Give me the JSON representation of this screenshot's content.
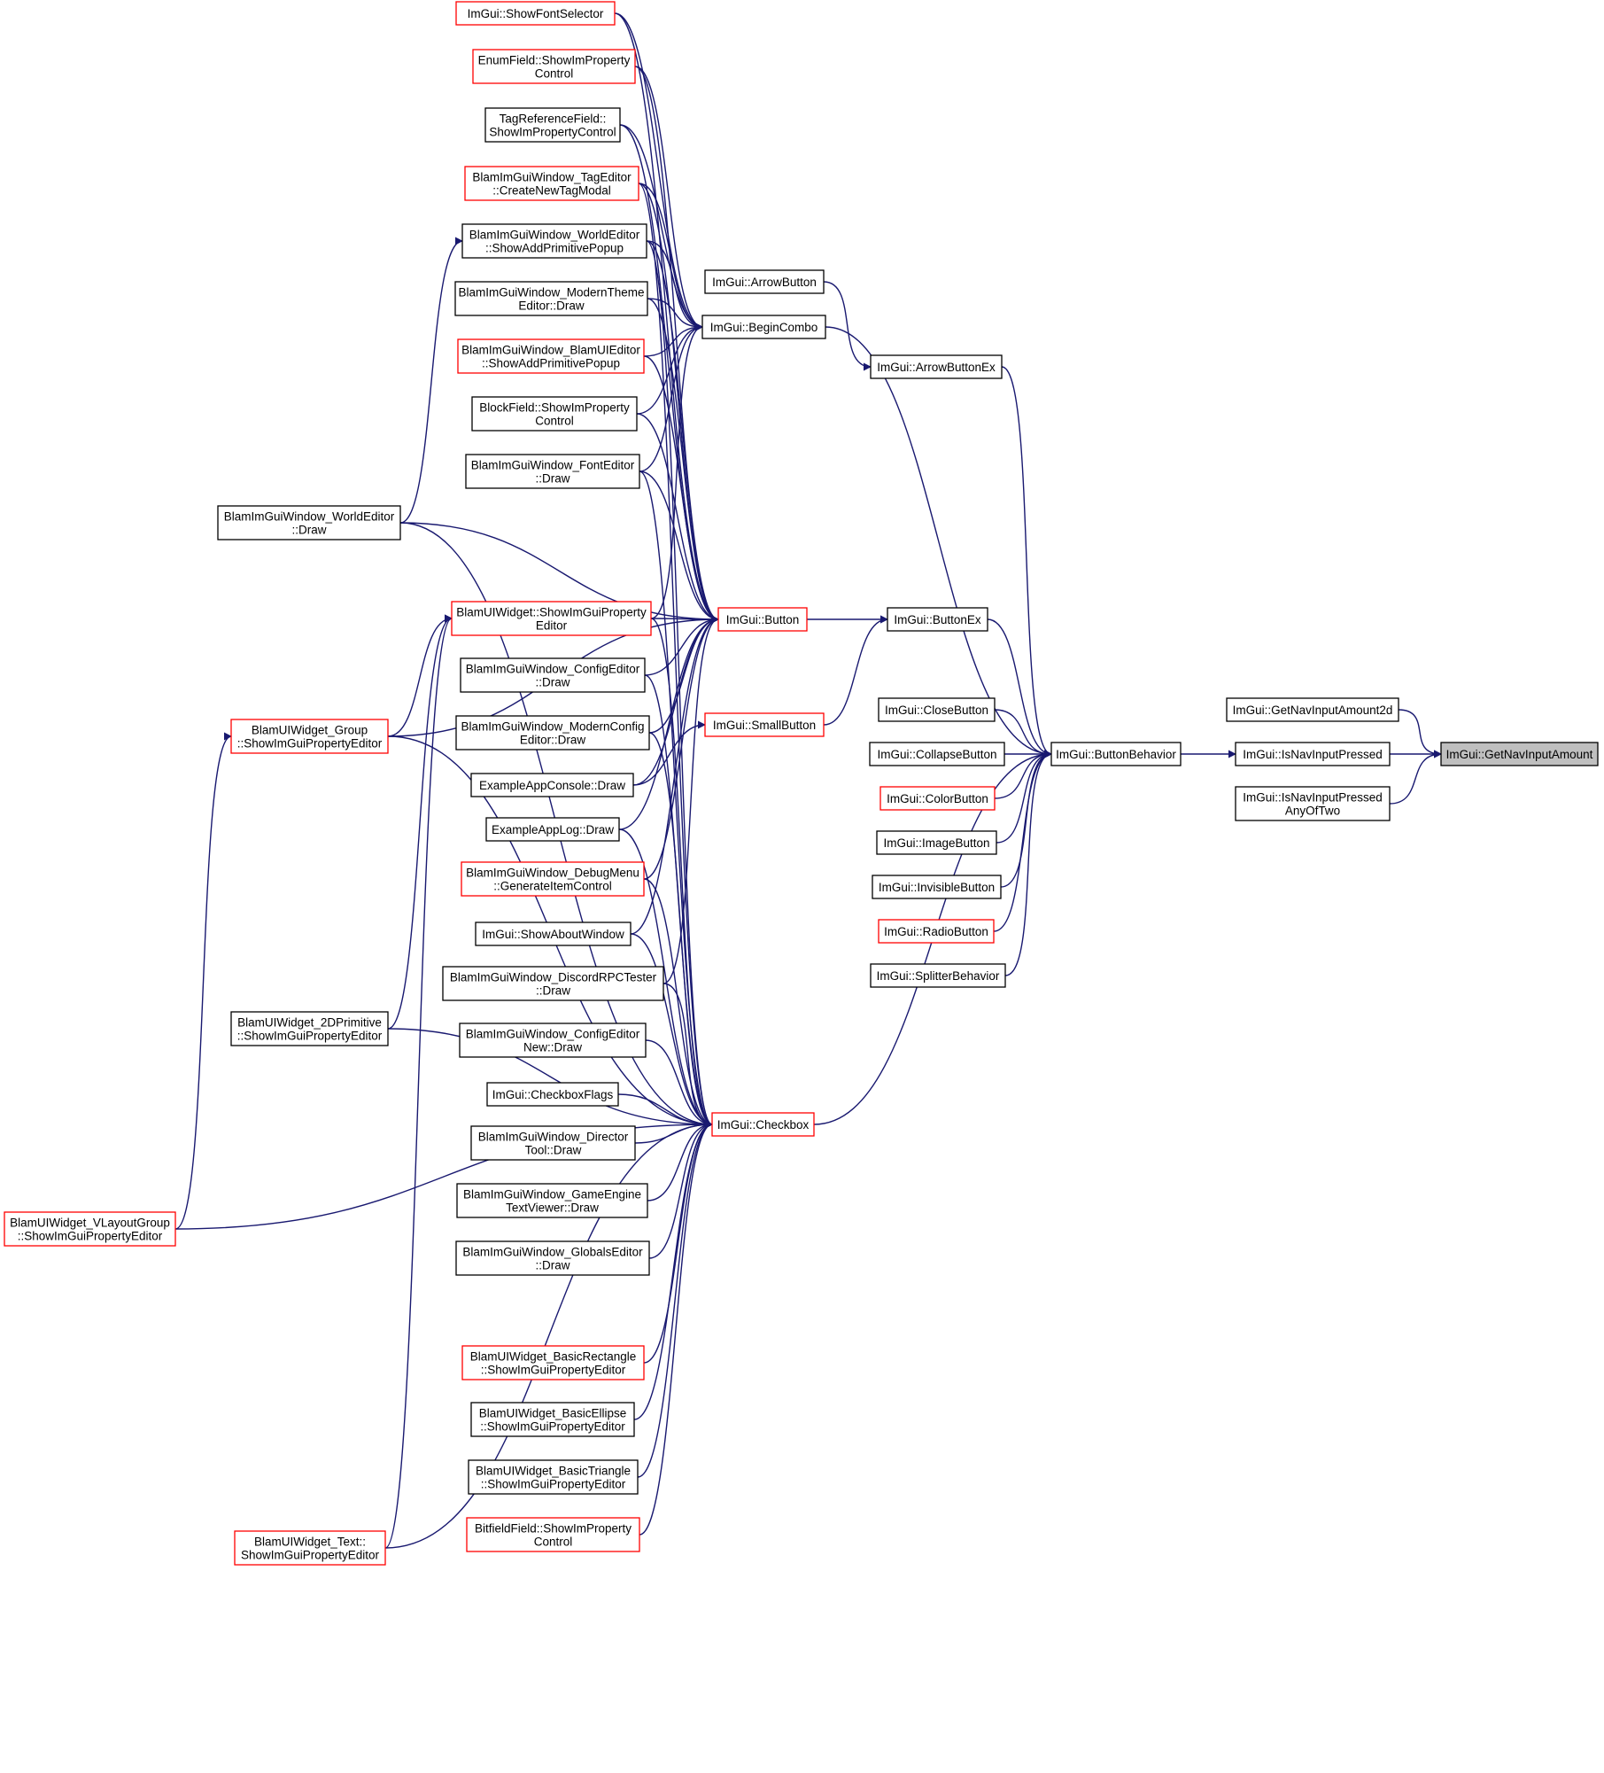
{
  "graph": {
    "kind": "call-graph",
    "edge_color": "#191970",
    "node_border_default": "#000000",
    "node_border_incomplete": "#ff0000",
    "target_fill": "#bfbfbf",
    "nodes": [
      {
        "id": "n1",
        "lines": [
          "ImGui::ShowFontSelector"
        ],
        "style": "red"
      },
      {
        "id": "n2",
        "lines": [
          "EnumField::ShowImProperty",
          "Control"
        ],
        "style": "red"
      },
      {
        "id": "n3",
        "lines": [
          "TagReferenceField::",
          "ShowImPropertyControl"
        ],
        "style": "normal"
      },
      {
        "id": "n4",
        "lines": [
          "BlamImGuiWindow_TagEditor",
          "::CreateNewTagModal"
        ],
        "style": "red"
      },
      {
        "id": "n5",
        "lines": [
          "BlamImGuiWindow_WorldEditor",
          "::ShowAddPrimitivePopup"
        ],
        "style": "normal"
      },
      {
        "id": "n6",
        "lines": [
          "BlamImGuiWindow_ModernTheme",
          "Editor::Draw"
        ],
        "style": "normal"
      },
      {
        "id": "n7",
        "lines": [
          "BlamImGuiWindow_BlamUIEditor",
          "::ShowAddPrimitivePopup"
        ],
        "style": "red"
      },
      {
        "id": "n8",
        "lines": [
          "BlockField::ShowImProperty",
          "Control"
        ],
        "style": "normal"
      },
      {
        "id": "n9",
        "lines": [
          "BlamImGuiWindow_FontEditor",
          "::Draw"
        ],
        "style": "normal"
      },
      {
        "id": "n10",
        "lines": [
          "BlamImGuiWindow_WorldEditor",
          "::Draw"
        ],
        "style": "normal"
      },
      {
        "id": "n11",
        "lines": [
          "BlamUIWidget::ShowImGuiProperty",
          "Editor"
        ],
        "style": "red"
      },
      {
        "id": "n12",
        "lines": [
          "BlamImGuiWindow_ConfigEditor",
          "::Draw"
        ],
        "style": "normal"
      },
      {
        "id": "n13",
        "lines": [
          "BlamImGuiWindow_ModernConfig",
          "Editor::Draw"
        ],
        "style": "normal"
      },
      {
        "id": "n14",
        "lines": [
          "BlamUIWidget_Group",
          "::ShowImGuiPropertyEditor"
        ],
        "style": "red"
      },
      {
        "id": "n15",
        "lines": [
          "ExampleAppConsole::Draw"
        ],
        "style": "normal"
      },
      {
        "id": "n16",
        "lines": [
          "ExampleAppLog::Draw"
        ],
        "style": "normal"
      },
      {
        "id": "n17",
        "lines": [
          "BlamImGuiWindow_DebugMenu",
          "::GenerateItemControl"
        ],
        "style": "red"
      },
      {
        "id": "n18",
        "lines": [
          "ImGui::ShowAboutWindow"
        ],
        "style": "normal"
      },
      {
        "id": "n19",
        "lines": [
          "BlamImGuiWindow_DiscordRPCTester",
          "::Draw"
        ],
        "style": "normal"
      },
      {
        "id": "n20",
        "lines": [
          "BlamUIWidget_2DPrimitive",
          "::ShowImGuiPropertyEditor"
        ],
        "style": "normal"
      },
      {
        "id": "n21",
        "lines": [
          "BlamImGuiWindow_ConfigEditor",
          "New::Draw"
        ],
        "style": "normal"
      },
      {
        "id": "n22",
        "lines": [
          "ImGui::CheckboxFlags"
        ],
        "style": "normal"
      },
      {
        "id": "n23",
        "lines": [
          "BlamImGuiWindow_Director",
          "Tool::Draw"
        ],
        "style": "normal"
      },
      {
        "id": "n24",
        "lines": [
          "BlamImGuiWindow_GameEngine",
          "TextViewer::Draw"
        ],
        "style": "normal"
      },
      {
        "id": "n25",
        "lines": [
          "BlamUIWidget_VLayoutGroup",
          "::ShowImGuiPropertyEditor"
        ],
        "style": "red"
      },
      {
        "id": "n26",
        "lines": [
          "BlamImGuiWindow_GlobalsEditor",
          "::Draw"
        ],
        "style": "normal"
      },
      {
        "id": "n27",
        "lines": [
          "BlamUIWidget_BasicRectangle",
          "::ShowImGuiPropertyEditor"
        ],
        "style": "red"
      },
      {
        "id": "n28",
        "lines": [
          "BlamUIWidget_BasicEllipse",
          "::ShowImGuiPropertyEditor"
        ],
        "style": "normal"
      },
      {
        "id": "n29",
        "lines": [
          "BlamUIWidget_BasicTriangle",
          "::ShowImGuiPropertyEditor"
        ],
        "style": "normal"
      },
      {
        "id": "n30",
        "lines": [
          "BitfieldField::ShowImProperty",
          "Control"
        ],
        "style": "red"
      },
      {
        "id": "n31",
        "lines": [
          "BlamUIWidget_Text::",
          "ShowImGuiPropertyEditor"
        ],
        "style": "red"
      },
      {
        "id": "n32",
        "lines": [
          "ImGui::ArrowButton"
        ],
        "style": "normal"
      },
      {
        "id": "n33",
        "lines": [
          "ImGui::BeginCombo"
        ],
        "style": "normal"
      },
      {
        "id": "n34",
        "lines": [
          "ImGui::Button"
        ],
        "style": "red"
      },
      {
        "id": "n35",
        "lines": [
          "ImGui::SmallButton"
        ],
        "style": "red"
      },
      {
        "id": "n36",
        "lines": [
          "ImGui::Checkbox"
        ],
        "style": "red"
      },
      {
        "id": "n37",
        "lines": [
          "ImGui::ArrowButtonEx"
        ],
        "style": "normal"
      },
      {
        "id": "n38",
        "lines": [
          "ImGui::ButtonEx"
        ],
        "style": "normal"
      },
      {
        "id": "n39",
        "lines": [
          "ImGui::CloseButton"
        ],
        "style": "normal"
      },
      {
        "id": "n40",
        "lines": [
          "ImGui::CollapseButton"
        ],
        "style": "normal"
      },
      {
        "id": "n41",
        "lines": [
          "ImGui::ColorButton"
        ],
        "style": "red"
      },
      {
        "id": "n42",
        "lines": [
          "ImGui::ImageButton"
        ],
        "style": "normal"
      },
      {
        "id": "n43",
        "lines": [
          "ImGui::InvisibleButton"
        ],
        "style": "normal"
      },
      {
        "id": "n44",
        "lines": [
          "ImGui::RadioButton"
        ],
        "style": "red"
      },
      {
        "id": "n45",
        "lines": [
          "ImGui::SplitterBehavior"
        ],
        "style": "normal"
      },
      {
        "id": "n46",
        "lines": [
          "ImGui::ButtonBehavior"
        ],
        "style": "normal"
      },
      {
        "id": "n47",
        "lines": [
          "ImGui::GetNavInputAmount2d"
        ],
        "style": "normal"
      },
      {
        "id": "n48",
        "lines": [
          "ImGui::IsNavInputPressed"
        ],
        "style": "normal"
      },
      {
        "id": "n49",
        "lines": [
          "ImGui::IsNavInputPressed",
          "AnyOfTwo"
        ],
        "style": "normal"
      },
      {
        "id": "n50",
        "lines": [
          "ImGui::GetNavInputAmount"
        ],
        "style": "target"
      }
    ],
    "edges": [
      [
        "n1",
        "n33"
      ],
      [
        "n2",
        "n33"
      ],
      [
        "n3",
        "n33"
      ],
      [
        "n4",
        "n33"
      ],
      [
        "n5",
        "n33"
      ],
      [
        "n6",
        "n33"
      ],
      [
        "n7",
        "n33"
      ],
      [
        "n8",
        "n33"
      ],
      [
        "n9",
        "n33"
      ],
      [
        "n11",
        "n33"
      ],
      [
        "n1",
        "n34"
      ],
      [
        "n2",
        "n34"
      ],
      [
        "n3",
        "n34"
      ],
      [
        "n4",
        "n34"
      ],
      [
        "n5",
        "n34"
      ],
      [
        "n6",
        "n34"
      ],
      [
        "n7",
        "n34"
      ],
      [
        "n8",
        "n34"
      ],
      [
        "n9",
        "n34"
      ],
      [
        "n10",
        "n34"
      ],
      [
        "n11",
        "n34"
      ],
      [
        "n12",
        "n34"
      ],
      [
        "n13",
        "n34"
      ],
      [
        "n14",
        "n34"
      ],
      [
        "n15",
        "n34"
      ],
      [
        "n16",
        "n34"
      ],
      [
        "n17",
        "n34"
      ],
      [
        "n18",
        "n34"
      ],
      [
        "n19",
        "n34"
      ],
      [
        "n15",
        "n35"
      ],
      [
        "n4",
        "n36"
      ],
      [
        "n5",
        "n36"
      ],
      [
        "n9",
        "n36"
      ],
      [
        "n11",
        "n36"
      ],
      [
        "n12",
        "n36"
      ],
      [
        "n13",
        "n36"
      ],
      [
        "n16",
        "n36"
      ],
      [
        "n17",
        "n36"
      ],
      [
        "n18",
        "n36"
      ],
      [
        "n19",
        "n36"
      ],
      [
        "n21",
        "n36"
      ],
      [
        "n22",
        "n36"
      ],
      [
        "n23",
        "n36"
      ],
      [
        "n24",
        "n36"
      ],
      [
        "n26",
        "n36"
      ],
      [
        "n27",
        "n36"
      ],
      [
        "n28",
        "n36"
      ],
      [
        "n29",
        "n36"
      ],
      [
        "n30",
        "n36"
      ],
      [
        "n10",
        "n36"
      ],
      [
        "n14",
        "n36"
      ],
      [
        "n20",
        "n36"
      ],
      [
        "n25",
        "n36"
      ],
      [
        "n31",
        "n36"
      ],
      [
        "n10",
        "n5"
      ],
      [
        "n14",
        "n11"
      ],
      [
        "n20",
        "n11"
      ],
      [
        "n25",
        "n14"
      ],
      [
        "n31",
        "n11"
      ],
      [
        "n32",
        "n37"
      ],
      [
        "n34",
        "n38"
      ],
      [
        "n35",
        "n38"
      ],
      [
        "n33",
        "n46"
      ],
      [
        "n37",
        "n46"
      ],
      [
        "n38",
        "n46"
      ],
      [
        "n36",
        "n46"
      ],
      [
        "n39",
        "n46"
      ],
      [
        "n40",
        "n46"
      ],
      [
        "n41",
        "n46"
      ],
      [
        "n42",
        "n46"
      ],
      [
        "n43",
        "n46"
      ],
      [
        "n44",
        "n46"
      ],
      [
        "n45",
        "n46"
      ],
      [
        "n46",
        "n48"
      ],
      [
        "n47",
        "n50"
      ],
      [
        "n48",
        "n50"
      ],
      [
        "n49",
        "n50"
      ]
    ]
  }
}
